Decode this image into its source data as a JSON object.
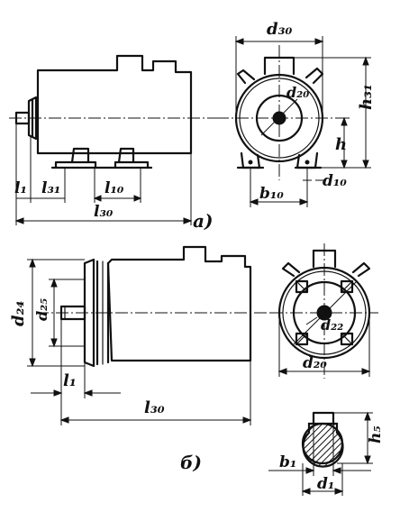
{
  "labels": {
    "top_side": {
      "l1": "l₁",
      "l31": "l₃₁",
      "l10": "l₁₀",
      "l30": "l₃₀",
      "caption": "a)"
    },
    "top_end": {
      "d30": "d₃₀",
      "h31": "h₃₁",
      "h": "h",
      "d20": "d₂₀",
      "b10": "b₁₀",
      "d10": "d₁₀"
    },
    "bottom_side": {
      "d24": "d₂₄",
      "d25": "d₂₅",
      "l1": "l₁",
      "l30": "l₃₀",
      "caption": "б)"
    },
    "bottom_end": {
      "d22": "d₂₂",
      "d20": "d₂₀"
    },
    "key_section": {
      "h5": "h₅",
      "b1": "b₁",
      "d1": "d₁"
    }
  }
}
